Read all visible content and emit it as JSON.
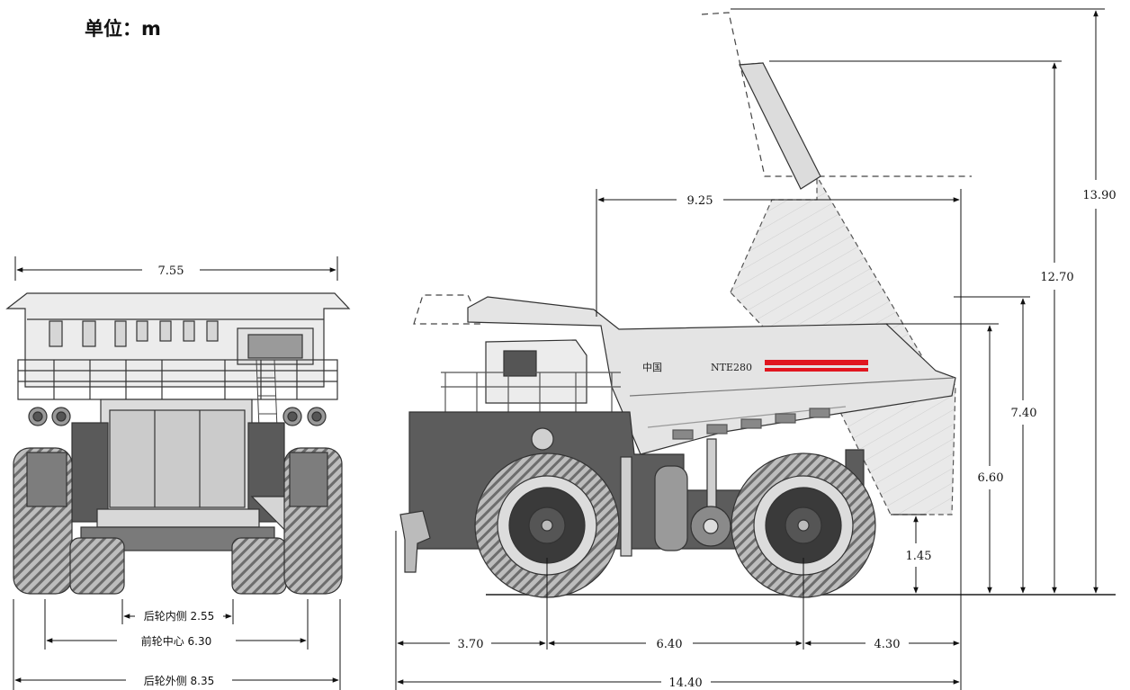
{
  "header": {
    "unit_label": "单位：m"
  },
  "front_view": {
    "width_label": "7.55",
    "rear_inner_label": "后轮内侧 2.55",
    "front_center_label": "前轮中心 6.30",
    "rear_outer_label": "后轮外侧 8.35"
  },
  "side_view": {
    "body_length_label": "9.25",
    "total_length_label": "14.40",
    "front_overhang_label": "3.70",
    "wheelbase_label": "6.40",
    "rear_overhang_label": "4.30",
    "max_height_label": "13.90",
    "dump_height_label": "12.70",
    "loading_height_label": "7.40",
    "body_top_label": "6.60",
    "rear_clearance_label": "1.45",
    "brand_cn": "中国",
    "model": "NTE280"
  },
  "colors": {
    "line": "#111111",
    "accent_stripe": "#e0161f",
    "tire": "#2a2a2a",
    "body": "#e6e6e6"
  }
}
